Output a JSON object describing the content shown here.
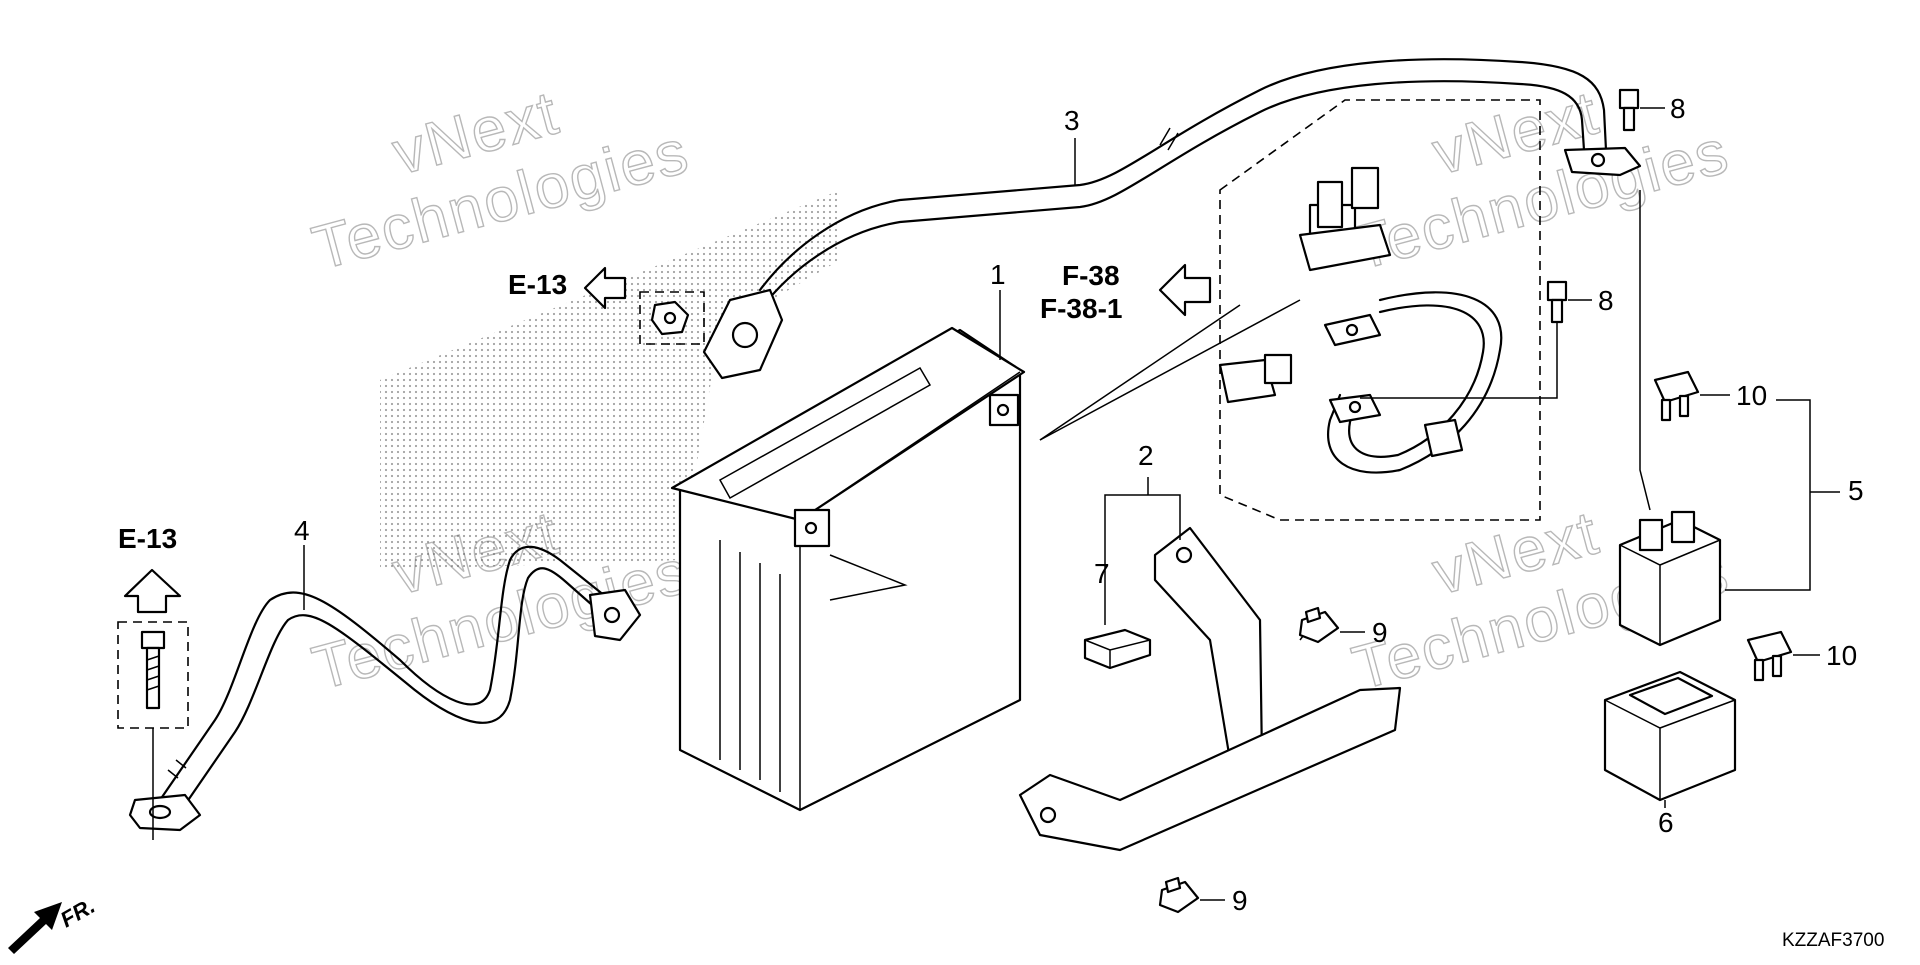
{
  "callouts": {
    "c1": "1",
    "c2": "2",
    "c3": "3",
    "c4": "4",
    "c5": "5",
    "c6": "6",
    "c7": "7",
    "c8a": "8",
    "c8b": "8",
    "c9a": "9",
    "c9b": "9",
    "c10a": "10",
    "c10b": "10"
  },
  "references": {
    "e13_left": "E-13",
    "e13_top": "E-13",
    "f38": "F-38",
    "f38_1": "F-38-1"
  },
  "front_marker": "FR.",
  "diagram_code": "KZZAF3700",
  "watermark": {
    "line1": "vNext",
    "line2": "Technologies"
  }
}
